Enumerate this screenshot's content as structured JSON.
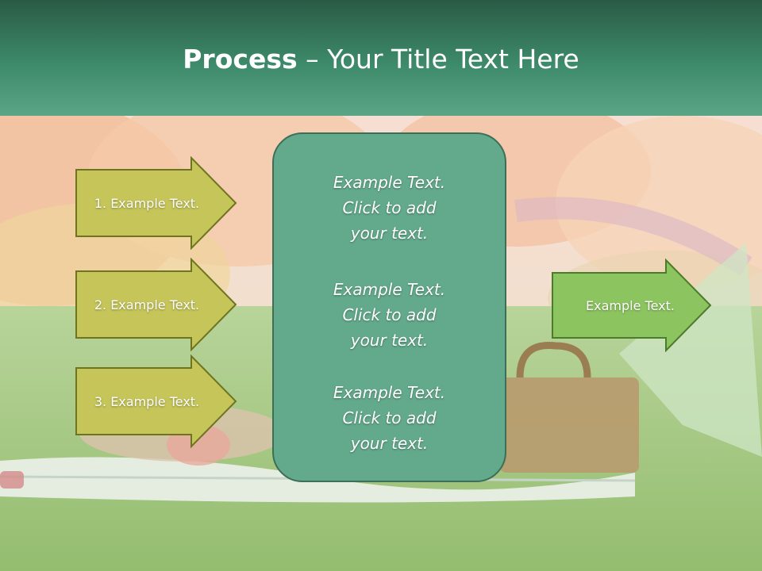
{
  "slide": {
    "title_bold": "Process",
    "title_rest": " – Your Title Text Here"
  },
  "diagram": {
    "left_steps": [
      {
        "label": "1. Example Text."
      },
      {
        "label": "2. Example Text."
      },
      {
        "label": "3. Example Text."
      }
    ],
    "center_items": [
      {
        "line1": "Example Text.",
        "line2": "Click  to add",
        "line3": "your text."
      },
      {
        "line1": "Example Text.",
        "line2": "Click  to add",
        "line3": "your text."
      },
      {
        "line1": "Example Text.",
        "line2": "Click  to add",
        "line3": "your text."
      }
    ],
    "right_step": {
      "label": "Example Text."
    }
  },
  "colors": {
    "header_dark": "#2a5a45",
    "header_light": "#5aa585",
    "left_arrow_fill": "#c5c55a",
    "left_arrow_border": "#6f7420",
    "center_fill": "#63a98b",
    "center_border": "#3d6e58",
    "right_arrow_fill": "#8cc460",
    "right_arrow_border": "#4c7b2c"
  }
}
